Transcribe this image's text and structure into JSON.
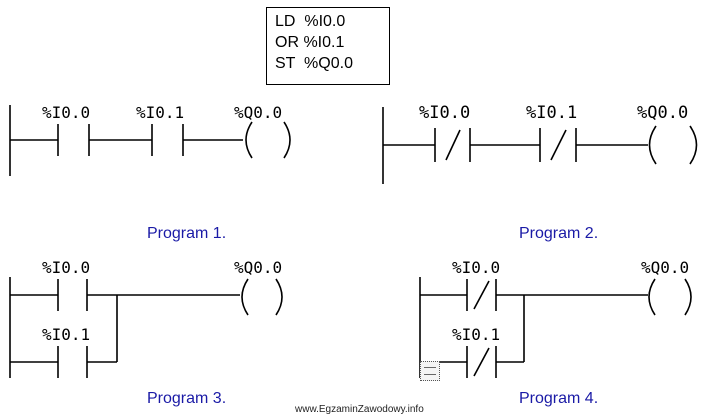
{
  "stl_program": {
    "lines": [
      "LD  %I0.0",
      "OR %I0.1",
      "ST  %Q0.0"
    ]
  },
  "programs": [
    {
      "caption": "Program 1.",
      "contact_a_label": "%I0.0",
      "contact_b_label": "%I0.1",
      "coil_label": "%Q0.0",
      "contacts": "series normally-open"
    },
    {
      "caption": "Program 2.",
      "contact_a_label": "%I0.0",
      "contact_b_label": "%I0.1",
      "coil_label": "%Q0.0",
      "contacts": "series normally-closed"
    },
    {
      "caption": "Program 3.",
      "contact_a_label": "%I0.0",
      "contact_b_label": "%I0.1",
      "coil_label": "%Q0.0",
      "contacts": "parallel normally-open"
    },
    {
      "caption": "Program 4.",
      "contact_a_label": "%I0.0",
      "contact_b_label": "%I0.1",
      "coil_label": "%Q0.0",
      "contacts": "parallel normally-closed"
    }
  ],
  "footer": "www.EgzaminZawodowy.info",
  "colors": {
    "caption": "#1a1aa6",
    "line": "#000000"
  }
}
